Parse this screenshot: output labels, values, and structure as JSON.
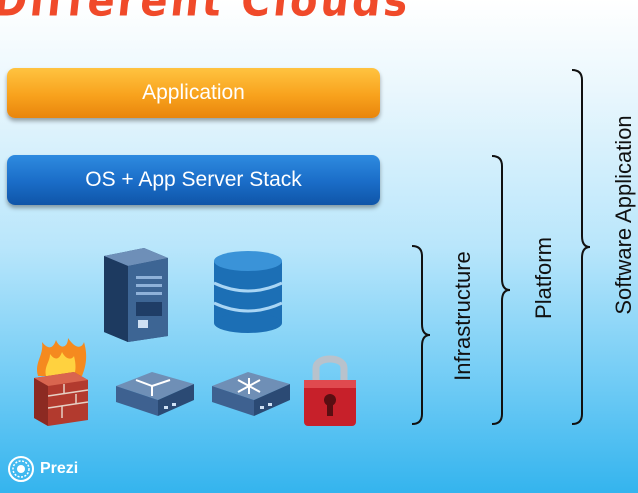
{
  "title": "Different Clouds",
  "layers": {
    "application": "Application",
    "os_stack": "OS + App Server Stack"
  },
  "brackets": {
    "infrastructure": "Infrastructure",
    "platform": "Platform",
    "software_application": "Software Application"
  },
  "icons": [
    "server-icon",
    "database-icon",
    "firewall-icon",
    "router-icon",
    "switch-icon",
    "lock-icon"
  ],
  "branding": {
    "prezi": "Prezi"
  },
  "colors": {
    "title": "#f04a2a",
    "application": "#f8a21d",
    "os_stack": "#1a6cc7"
  }
}
